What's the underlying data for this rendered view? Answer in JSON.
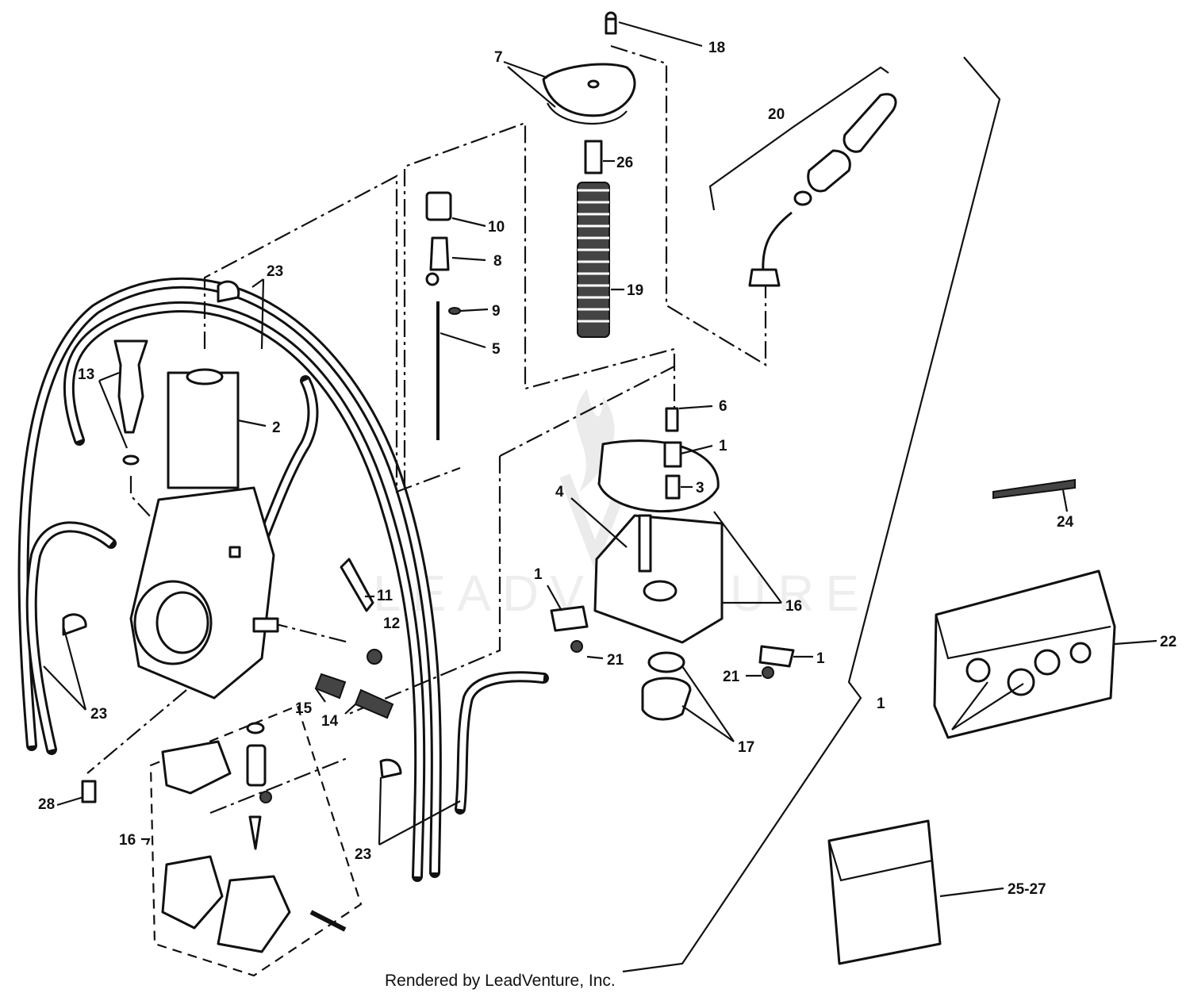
{
  "watermark": "LEADVENTURE",
  "footer": "Rendered by LeadVenture, Inc.",
  "callouts": {
    "c18": "18",
    "c7": "7",
    "c20": "20",
    "c26": "26",
    "c10": "10",
    "c8": "8",
    "c19": "19",
    "c9": "9",
    "c5": "5",
    "c23_top": "23",
    "c13": "13",
    "c2": "2",
    "c6": "6",
    "c1_a": "1",
    "c3": "3",
    "c4": "4",
    "c24": "24",
    "c11": "11",
    "c12": "12",
    "c1_b": "1",
    "c16_a": "16",
    "c22": "22",
    "c21_a": "21",
    "c1_c": "1",
    "c21_b": "21",
    "c23_left": "23",
    "c15": "15",
    "c14": "14",
    "c17": "17",
    "c1_main": "1",
    "c28": "28",
    "c16_b": "16",
    "c23_bottom": "23",
    "c25_27": "25-27"
  }
}
